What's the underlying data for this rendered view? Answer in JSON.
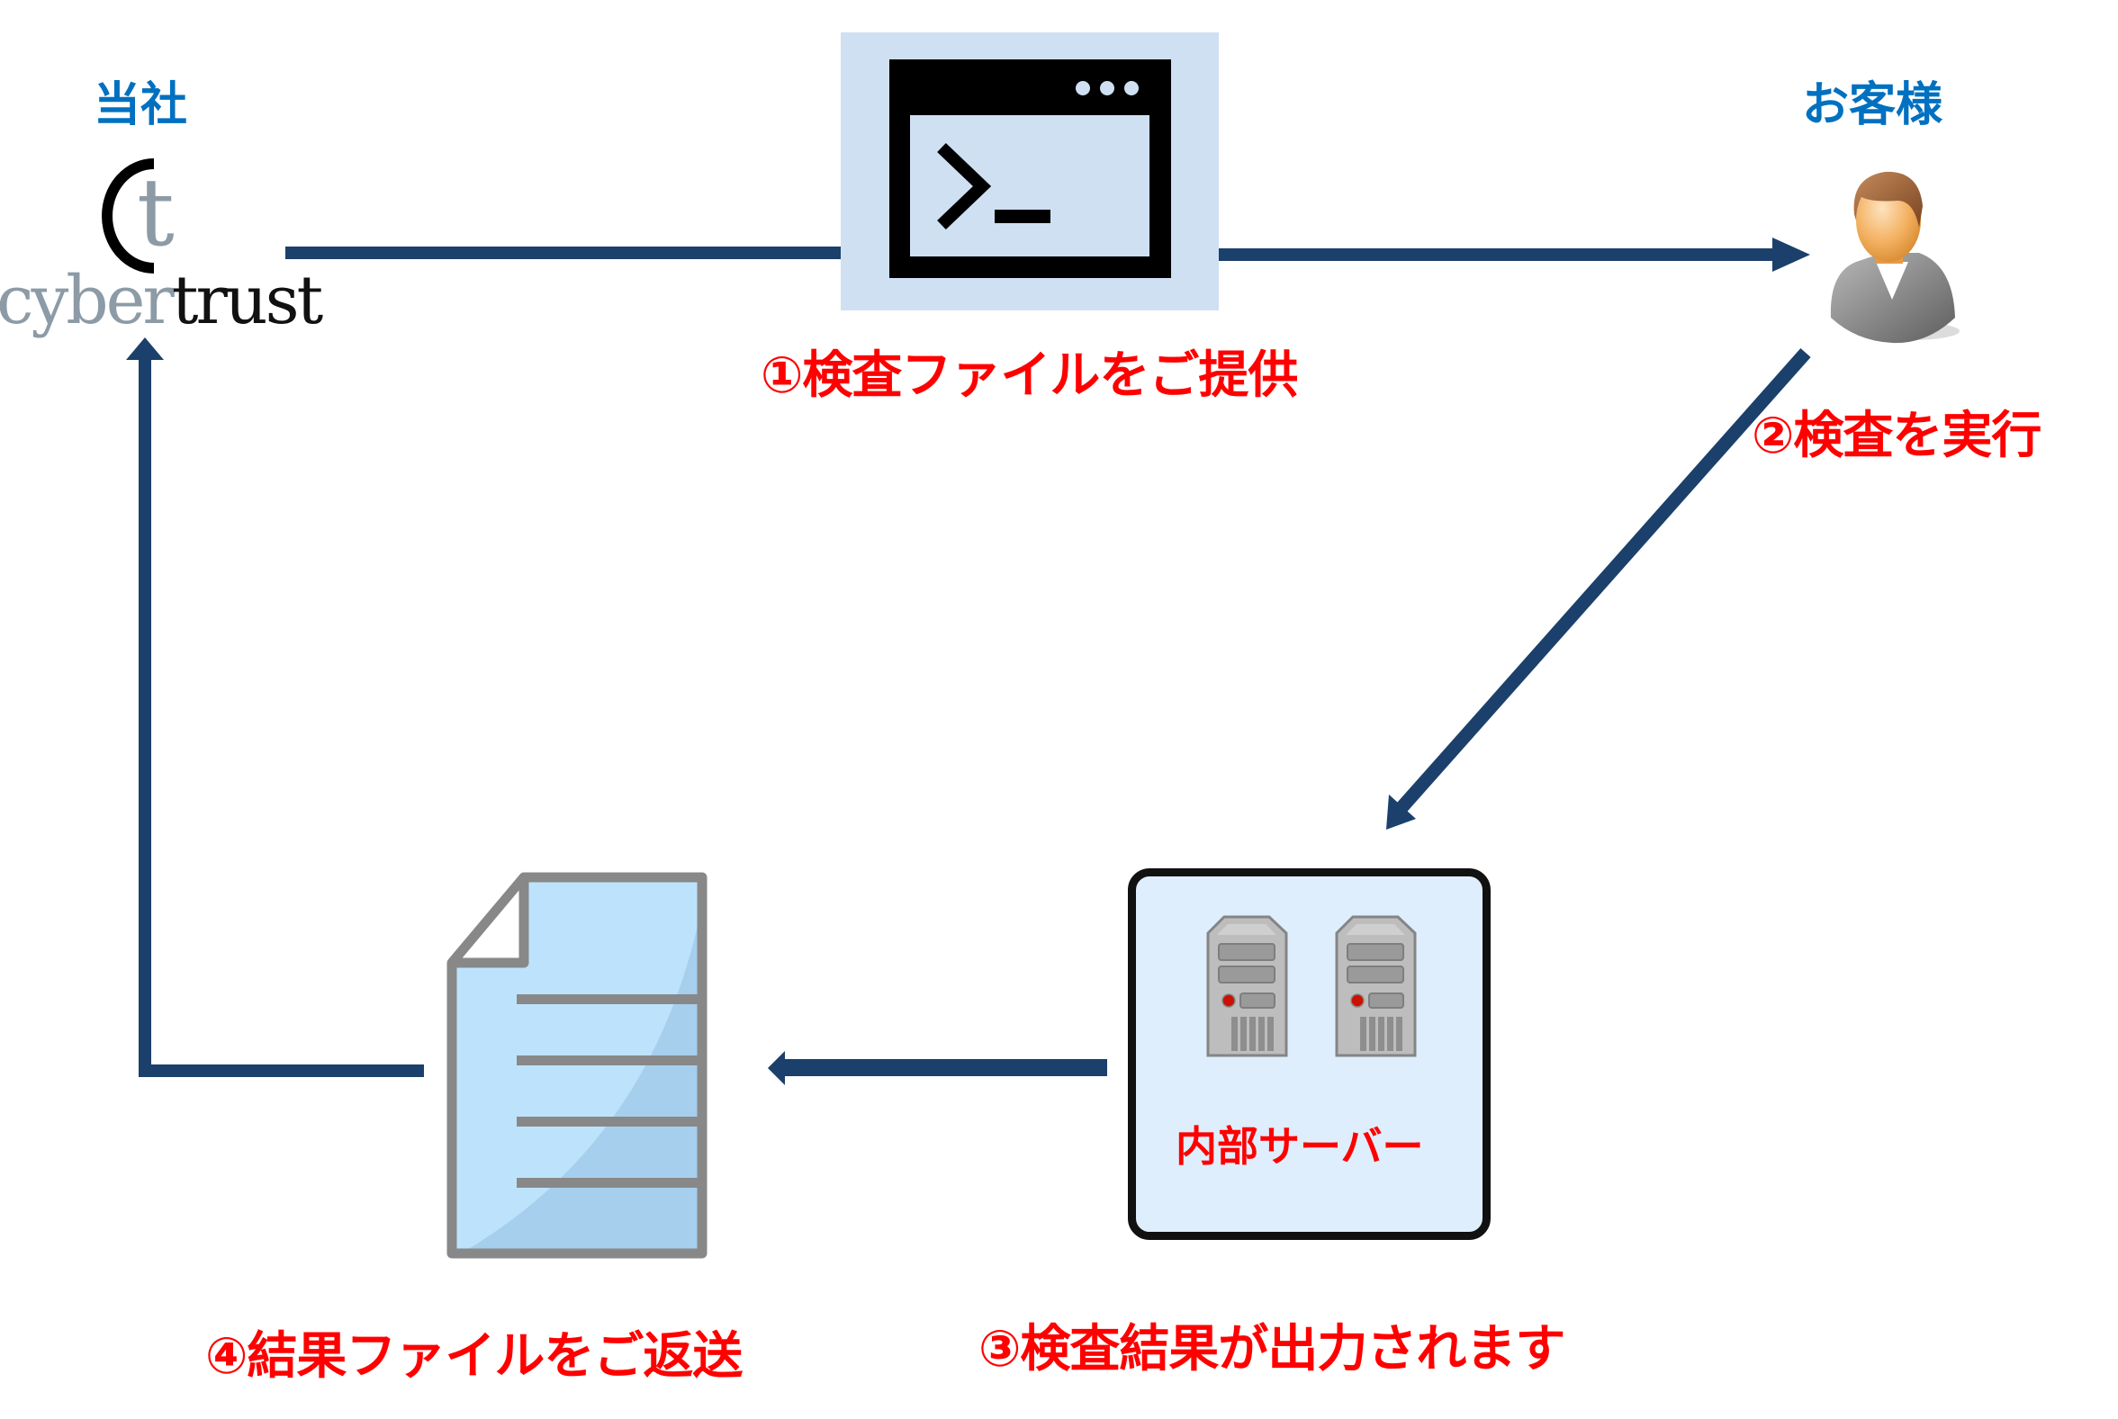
{
  "diagram": {
    "title": "検査フロー",
    "parties": {
      "company": {
        "label": "当社",
        "logo": {
          "mark_letter": "t",
          "word_light": "cyber",
          "word_dark": "trust",
          "icon": "cybertrust-logo"
        }
      },
      "customer": {
        "label": "お客様",
        "icon": "user-avatar-icon"
      }
    },
    "nodes": {
      "check_file": {
        "icon": "terminal-window-icon",
        "prompt": ">_"
      },
      "internal_server": {
        "label": "内部サーバー",
        "icon": "server-tower-icon",
        "server_count": 2
      },
      "result_file": {
        "icon": "document-file-icon"
      }
    },
    "steps": [
      {
        "number": "①",
        "text": "検査ファイルをご提供",
        "label": "①検査ファイルをご提供",
        "from": "当社",
        "to": "お客様"
      },
      {
        "number": "②",
        "text": "検査を実行",
        "label": "②検査を実行",
        "from": "お客様",
        "to": "内部サーバー"
      },
      {
        "number": "③",
        "text": "検査結果が出力されます",
        "label": "③検査結果が出力されます",
        "from": "内部サーバー",
        "to": "結果ファイル"
      },
      {
        "number": "④",
        "text": "結果ファイルをご返送",
        "label": "④結果ファイルをご返送",
        "from": "結果ファイル",
        "to": "当社"
      }
    ],
    "colors": {
      "arrow": "#1B406B",
      "party_label": "#0070C0",
      "step_label": "#FF0000",
      "terminal_panel": "#CFE0F3",
      "server_box_fill": "#DFEEFD",
      "server_box_border": "#111111",
      "document_fill": "#BDE3FC",
      "document_stroke": "#888888"
    }
  }
}
